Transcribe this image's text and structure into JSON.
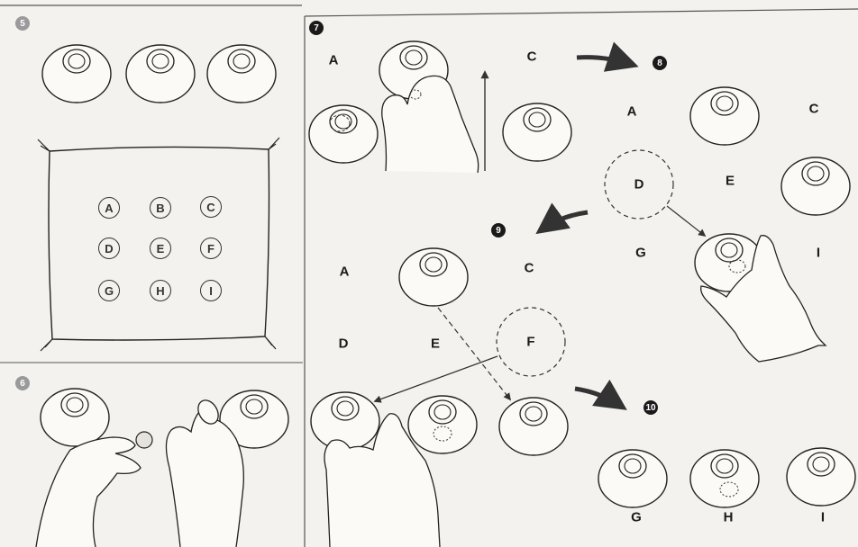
{
  "steps": {
    "s5": "5",
    "s6": "6",
    "s7": "7",
    "s8": "8",
    "s9": "9",
    "s10": "10"
  },
  "grid": [
    "A",
    "B",
    "C",
    "D",
    "E",
    "F",
    "G",
    "H",
    "I"
  ],
  "panel7": {
    "a": "A",
    "c": "C"
  },
  "panel8": {
    "a": "A",
    "c": "C",
    "d": "D",
    "e": "E",
    "g": "G",
    "i": "I"
  },
  "panel9": {
    "a": "A",
    "c": "C",
    "d": "D",
    "e": "E",
    "f": "F"
  },
  "panel10": {
    "g": "G",
    "h": "H",
    "i": "I"
  }
}
